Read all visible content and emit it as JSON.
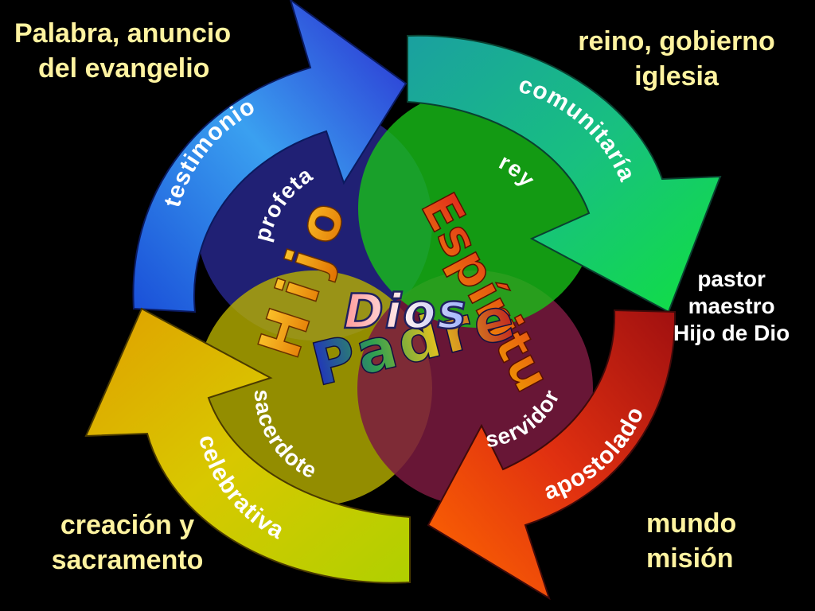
{
  "corners": {
    "top_left": [
      "Palabra, anuncio",
      "del evangelio"
    ],
    "top_right": [
      "reino, gobierno",
      "iglesia"
    ],
    "bottom_left": [
      "creación y",
      "sacramento"
    ],
    "bottom_right": [
      "mundo",
      "misión"
    ]
  },
  "side_label": [
    "pastor",
    "maestro",
    "Hijo de Dio"
  ],
  "arrows": {
    "blue": "testimonio",
    "teal": "comunitaría",
    "yellow": "celebrativa",
    "red": "apostolado"
  },
  "circles": {
    "navy": "profeta",
    "green": "rey",
    "olive": "sacerdote",
    "maroon": "servidor"
  },
  "center": {
    "dios": "Dios",
    "hijo": "Hijo",
    "espiritu": "Espíritu",
    "padre": "Padre"
  }
}
